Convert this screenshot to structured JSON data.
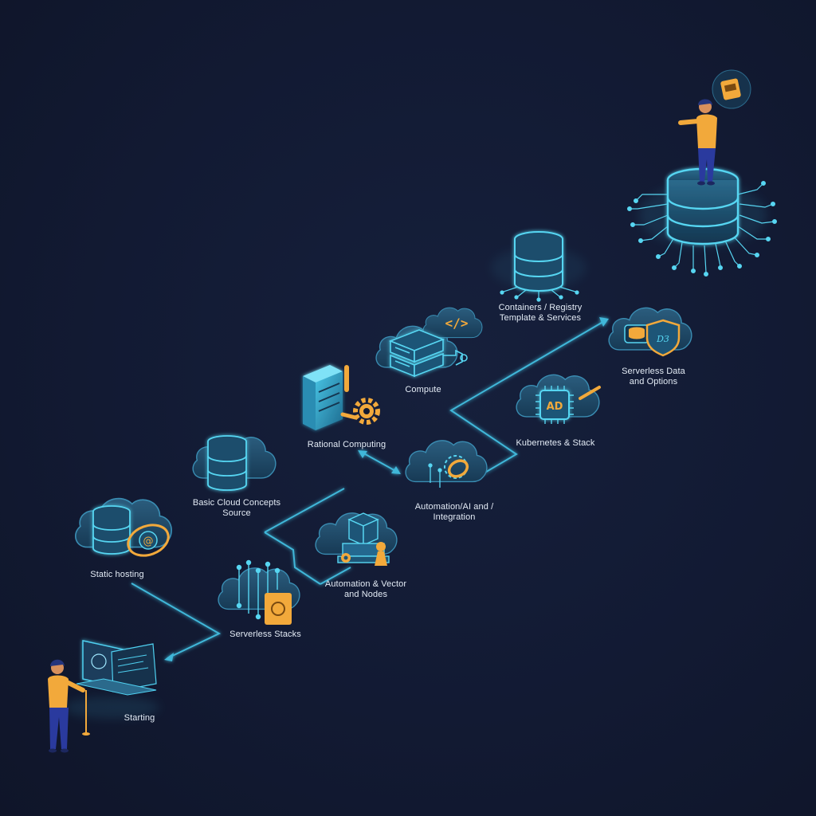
{
  "nodes": {
    "starting": {
      "label": "Starting"
    },
    "static_hosting": {
      "label": "Static hosting"
    },
    "basic_cloud": {
      "line1": "Basic Cloud Concepts",
      "line2": "Source"
    },
    "serverless_stacks": {
      "label": "Serverless Stacks"
    },
    "automation_vector": {
      "line1": "Automation & Vector",
      "line2": "and Nodes"
    },
    "rational_computing": {
      "label": "Rational Computing"
    },
    "automation_integration": {
      "line1": "Automation/AI and /",
      "line2": "Integration"
    },
    "compute": {
      "label": "Compute"
    },
    "containers": {
      "line1": "Containers / Registry",
      "line2": "Template & Services"
    },
    "kubernetes": {
      "label": "Kubernetes & Stack"
    },
    "serverless_data": {
      "line1": "Serverless Data",
      "line2": "and Options"
    }
  },
  "colors": {
    "background": "#121a33",
    "cyan_line": "#3fb7d9",
    "cyan_glow": "#57d6f2",
    "cloud_fill": "#1f4a68",
    "accent_orange": "#f2a93b",
    "person_shirt": "#f2a93b",
    "person_pants": "#2a3a9e"
  }
}
